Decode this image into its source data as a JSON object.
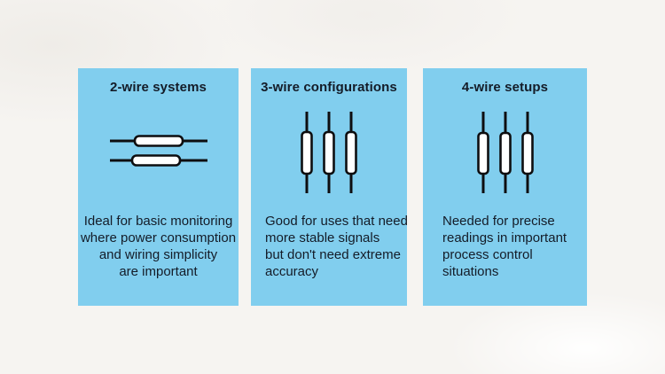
{
  "page": {
    "background_color": "#f6f4f1",
    "card_color": "#81ceee",
    "text_color": "#141c28",
    "icon_stroke_color": "#0e0e10",
    "icon_fill_color": "#ffffff"
  },
  "cards": [
    {
      "title": "2-wire systems",
      "icon": "two-horizontal-resistors-icon",
      "body_lines": [
        "Ideal for basic monitoring",
        "where power consumption",
        "and wiring simplicity",
        "are important"
      ]
    },
    {
      "title": "3-wire configurations",
      "icon": "three-vertical-resistors-icon",
      "body_lines": [
        "Good for uses that need",
        "more stable signals",
        "but don't need extreme",
        "accuracy"
      ]
    },
    {
      "title": "4-wire setups",
      "icon": "three-vertical-resistors-icon",
      "body_lines": [
        "Needed for precise",
        "readings in important",
        "process control",
        "situations"
      ]
    }
  ]
}
